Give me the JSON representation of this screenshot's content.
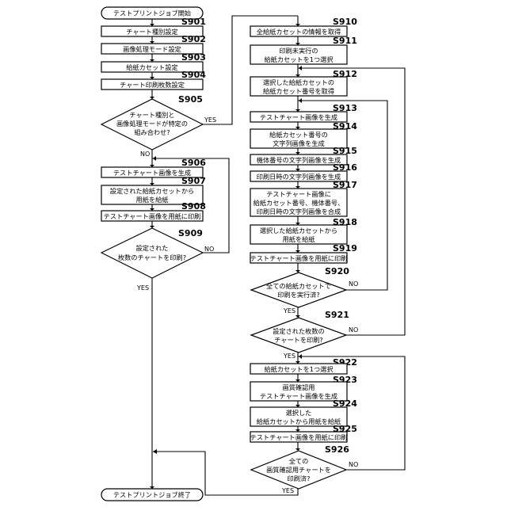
{
  "start_label": "テストプリントジョブ開始",
  "end_label": "テストプリントジョブ終了",
  "yes_label": "YES",
  "no_label": "NO",
  "steps": {
    "s901": {
      "id": "S901",
      "text": "チャート種別設定"
    },
    "s902": {
      "id": "S902",
      "text": "画像処理モード設定"
    },
    "s903": {
      "id": "S903",
      "text": "給紙カセット設定"
    },
    "s904": {
      "id": "S904",
      "text": "チャート印刷枚数設定"
    },
    "s905": {
      "id": "S905",
      "lines": [
        "チャート種別と",
        "画像処理モードが特定の",
        "組み合わせ?"
      ]
    },
    "s906": {
      "id": "S906",
      "text": "テストチャート画像を生成"
    },
    "s907": {
      "id": "S907",
      "lines": [
        "設定された給紙カセットから",
        "用紙を給紙"
      ]
    },
    "s908": {
      "id": "S908",
      "text": "テストチャート画像を用紙に印刷"
    },
    "s909": {
      "id": "S909",
      "lines": [
        "設定された",
        "枚数のチャートを印刷?"
      ]
    },
    "s910": {
      "id": "S910",
      "text": "全給紙カセットの情報を取得"
    },
    "s911": {
      "id": "S911",
      "lines": [
        "印刷未実行の",
        "給紙カセットを1つ選択"
      ]
    },
    "s912": {
      "id": "S912",
      "lines": [
        "選択した給紙カセットの",
        "給紙カセット番号を取得"
      ]
    },
    "s913": {
      "id": "S913",
      "text": "テストチャート画像を生成"
    },
    "s914": {
      "id": "S914",
      "lines": [
        "給紙カセット番号の",
        "文字列画像を生成"
      ]
    },
    "s915": {
      "id": "S915",
      "text": "機体番号の文字列画像を生成"
    },
    "s916": {
      "id": "S916",
      "text": "印刷日時の文字列画像を生成"
    },
    "s917": {
      "id": "S917",
      "lines": [
        "テストチャート画像に",
        "給紙カセット番号、機体番号、",
        "印刷日時の文字列画像を合成"
      ]
    },
    "s918": {
      "id": "S918",
      "lines": [
        "選択した給紙カセットから",
        "用紙を給紙"
      ]
    },
    "s919": {
      "id": "S919",
      "text": "テストチャート画像を用紙に印刷"
    },
    "s920": {
      "id": "S920",
      "lines": [
        "全ての給紙カセットで",
        "印刷を実行済?"
      ]
    },
    "s921": {
      "id": "S921",
      "lines": [
        "設定された枚数の",
        "チャートを印刷?"
      ]
    },
    "s922": {
      "id": "S922",
      "text": "給紙カセットを1つ選択"
    },
    "s923": {
      "id": "S923",
      "lines": [
        "画質確認用",
        "テストチャート画像を生成"
      ]
    },
    "s924": {
      "id": "S924",
      "lines": [
        "選択した",
        "給紙カセットから用紙を給紙"
      ]
    },
    "s925": {
      "id": "S925",
      "text": "テストチャート画像を用紙に印刷"
    },
    "s926": {
      "id": "S926",
      "lines": [
        "全ての",
        "画質確認用チャートを",
        "印刷済?"
      ]
    }
  }
}
